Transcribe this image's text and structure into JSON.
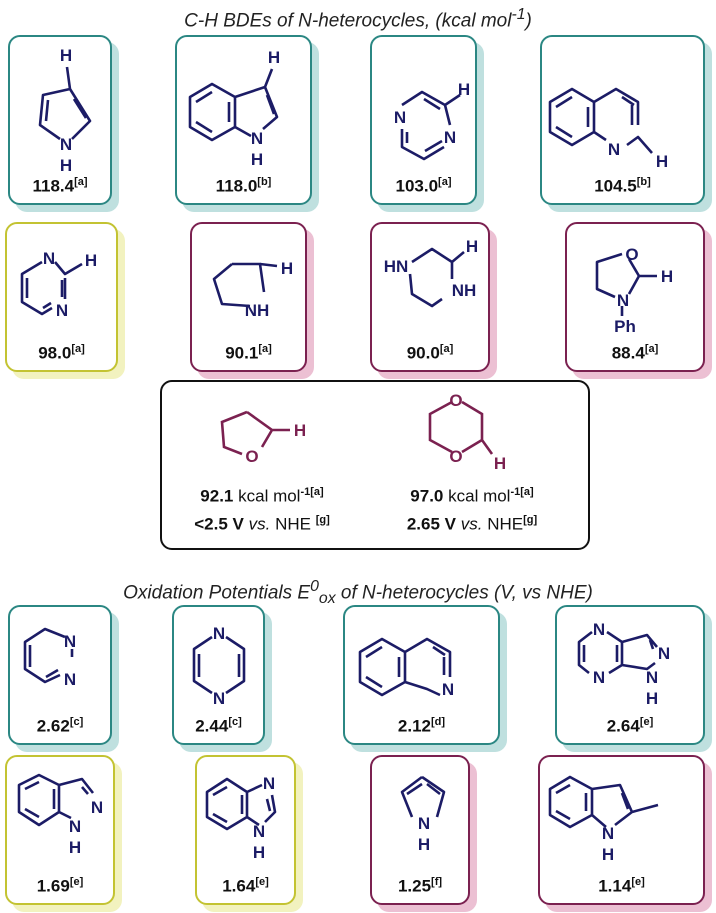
{
  "title_bde": {
    "text": "C-H BDEs of N-heterocycles, (kcal mol",
    "sup": "-1",
    "end": ")"
  },
  "title_ox": {
    "pre": "Oxidation Potentials E",
    "sup": "0",
    "sub": "ox",
    "post": " of N-heterocycles (V, vs NHE)"
  },
  "atoms": {
    "H": "H",
    "N": "N",
    "NH": "NH",
    "HN": "HN",
    "O": "O",
    "Ph": "Ph"
  },
  "bde": [
    {
      "value": "118.4",
      "ref": "[a]",
      "color": "teal"
    },
    {
      "value": "118.0",
      "ref": "[b]",
      "color": "teal"
    },
    {
      "value": "103.0",
      "ref": "[a]",
      "color": "teal"
    },
    {
      "value": "104.5",
      "ref": "[b]",
      "color": "teal"
    },
    {
      "value": "98.0",
      "ref": "[a]",
      "color": "yellow"
    },
    {
      "value": "90.1",
      "ref": "[a]",
      "color": "maroon"
    },
    {
      "value": "90.0",
      "ref": "[a]",
      "color": "maroon"
    },
    {
      "value": "88.4",
      "ref": "[a]",
      "color": "maroon"
    }
  ],
  "ethers": [
    {
      "bde": "92.1",
      "unit": " kcal mol",
      "unit_sup": "-1",
      "ref": "[a]",
      "pot": "<2.5 V",
      "vs": "vs.",
      "nhe": " NHE ",
      "pot_ref": "[g]"
    },
    {
      "bde": "97.0",
      "unit": " kcal mol",
      "unit_sup": "-1",
      "ref": "[a]",
      "pot": "2.65 V",
      "vs": "vs.",
      "nhe": " NHE",
      "pot_ref": "[g]"
    }
  ],
  "ox": [
    {
      "value": "2.62",
      "ref": "[c]",
      "color": "teal"
    },
    {
      "value": "2.44",
      "ref": "[c]",
      "color": "teal"
    },
    {
      "value": "2.12",
      "ref": "[d]",
      "color": "teal"
    },
    {
      "value": "2.64",
      "ref": "[e]",
      "color": "teal"
    },
    {
      "value": "1.69",
      "ref": "[e]",
      "color": "yellow"
    },
    {
      "value": "1.64",
      "ref": "[e]",
      "color": "yellow"
    },
    {
      "value": "1.25",
      "ref": "[f]",
      "color": "maroon"
    },
    {
      "value": "1.14",
      "ref": "[e]",
      "color": "maroon"
    }
  ]
}
